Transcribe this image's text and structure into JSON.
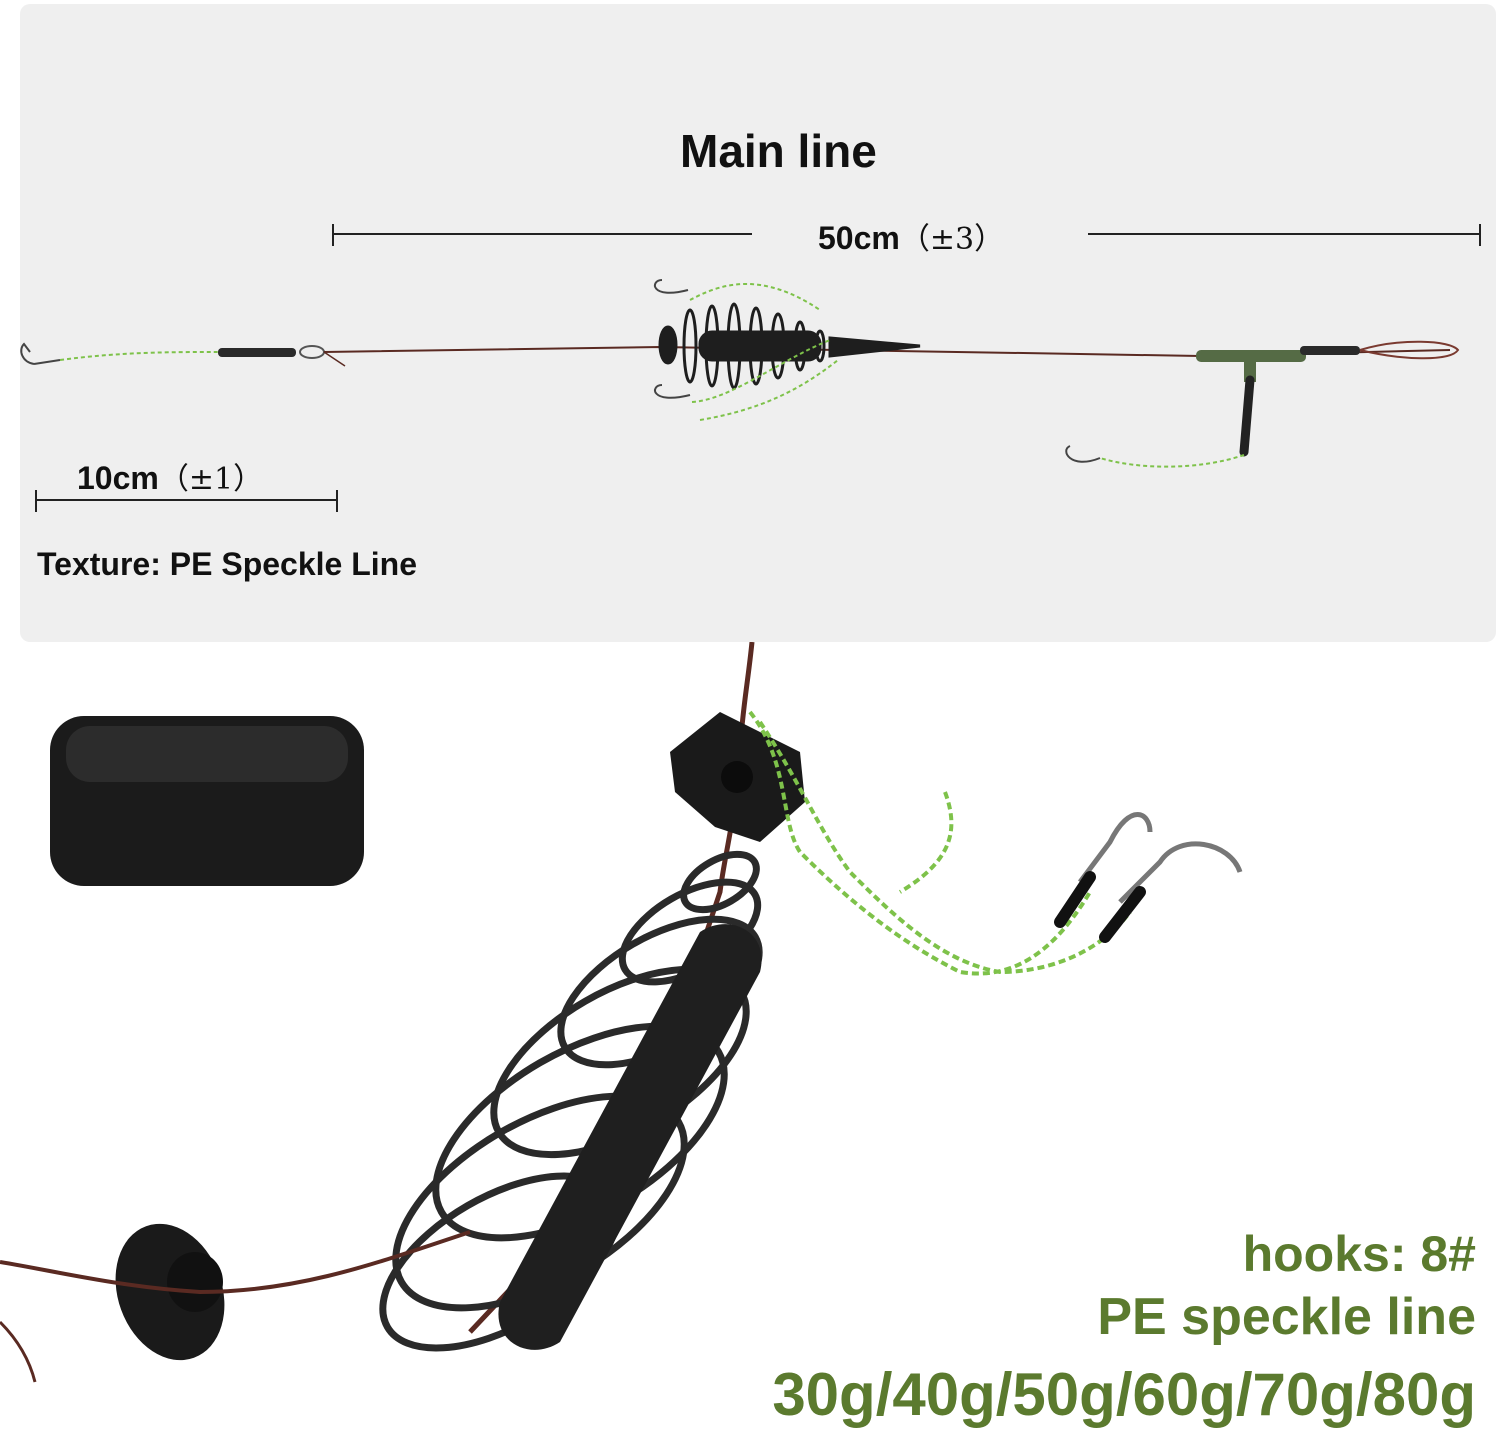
{
  "diagram": {
    "title": "Main line",
    "main_dimension": {
      "value": "50cm",
      "tolerance": "（±3）"
    },
    "short_dimension": {
      "value": "10cm",
      "tolerance": "（±1）"
    },
    "texture": "Texture: PE Speckle Line"
  },
  "specs": {
    "hooks": "hooks: 8#",
    "line": "PE speckle line",
    "weights": "30g/40g/50g/60g/70g/80g",
    "color": "#5b7a2e"
  },
  "colors": {
    "panel": "#efefef",
    "main_line": "#5a2a22",
    "speckle_line": "#7ec24a",
    "feeder": "#1e1e1e"
  }
}
